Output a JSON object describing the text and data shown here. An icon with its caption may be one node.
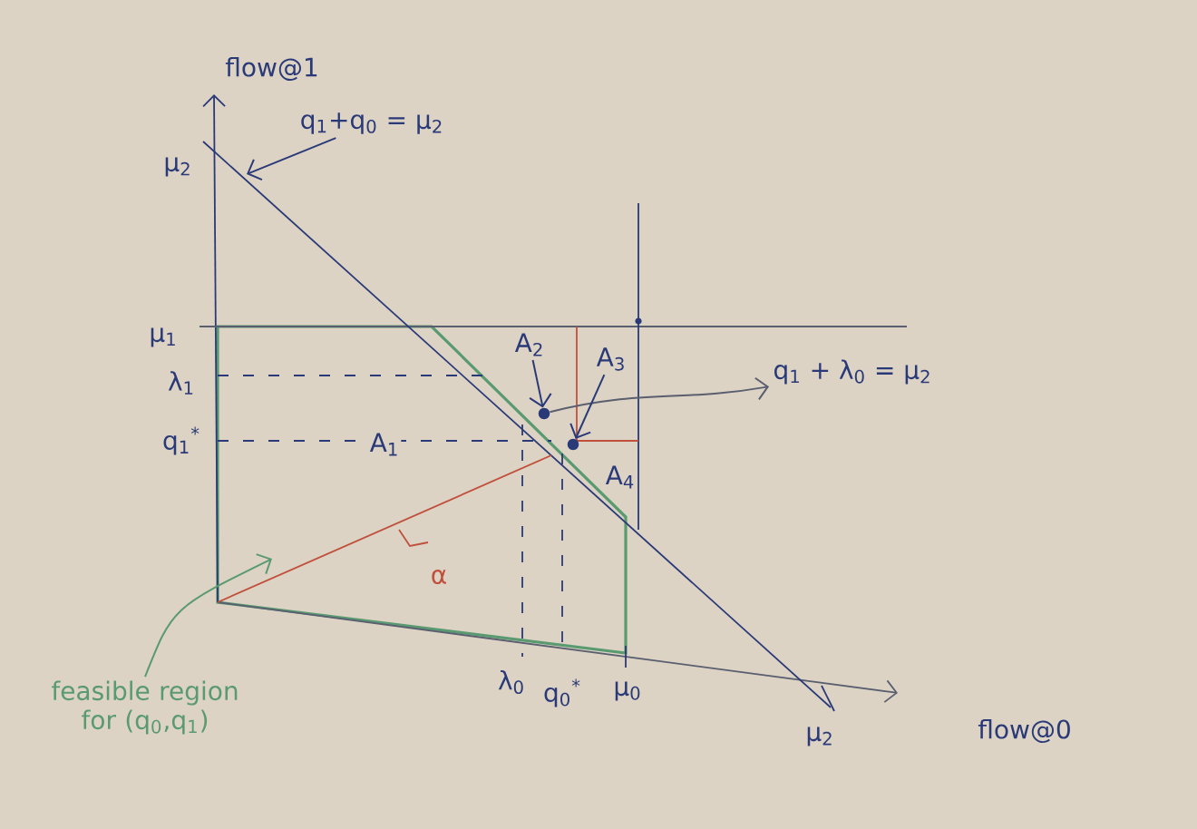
{
  "diagram": {
    "nodes": [
      {
        "text": [
          "q$_{1}$+q$_{0}$ = μ$_{2}$"
        ]
      },
      {
        "text": [
          "q$_{1}$ + λ$_{0}$ = μ$_{2}$"
        ]
      },
      {
        "text": [
          "A$_{2}$"
        ]
      },
      {
        "text": [
          "A$_{3}$"
        ]
      },
      {
        "text": [],
        "shape": "circle"
      },
      {
        "text": [],
        "shape": "circle"
      },
      {
        "text": [
          "feasible region for (q$_{0}$,q$_{1}$)"
        ]
      }
    ],
    "edges": [
      {
        "from": 0,
        "to": null,
        "arrow": "to"
      },
      {
        "from": 4,
        "to": 1,
        "arrow": "to"
      },
      {
        "from": 2,
        "to": 4,
        "arrow": "to"
      },
      {
        "from": 3,
        "to": 5,
        "arrow": "to"
      },
      {
        "from": 6,
        "to": null,
        "arrow": "to",
        "color": "#5a9a70"
      }
    ],
    "labels": [
      "flow@1",
      "μ$_{2}$",
      "μ$_{1}$",
      "λ$_{1}$",
      "q$_{1}$$^{*}$",
      "A$_{1}$",
      "A$_{4}$",
      "α",
      "λ$_{0}$",
      "q$_{0}$$^{*}$",
      "μ$_{0}$",
      "μ$_{2}$",
      "flow@0"
    ]
  }
}
